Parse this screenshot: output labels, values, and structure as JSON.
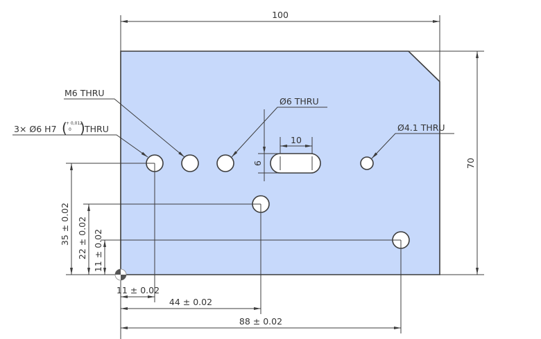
{
  "colors": {
    "plate": "#c7d9fb",
    "line": "#3c3c3c"
  },
  "dimensions": {
    "width": "100",
    "height": "70",
    "slot_length": "10",
    "slot_width": "6",
    "y_35": "35 ± 0.02",
    "y_22": "22 ± 0.02",
    "y_11": "11 ± 0.02",
    "x_11": "11 ± 0.02",
    "x_44": "44 ± 0.02",
    "x_88": "88 ± 0.02"
  },
  "callouts": {
    "m6": "M6 THRU",
    "h7_prefix": "3× Ø6 H7",
    "h7_upper": "+ 0,012",
    "h7_lower": "0",
    "h7_suffix": "THRU",
    "d6": "Ø6 THRU",
    "d41": "Ø4.1 THRU"
  }
}
